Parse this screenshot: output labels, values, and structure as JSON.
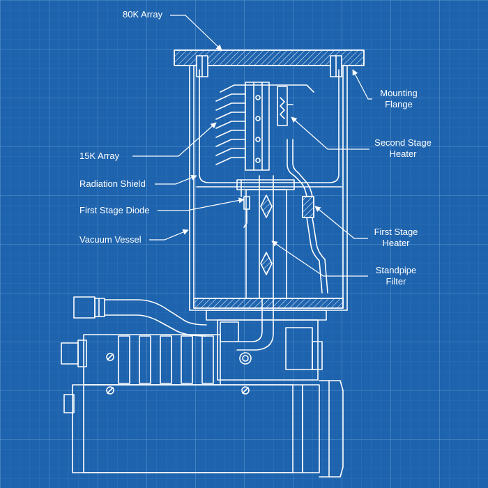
{
  "colors": {
    "background": "#1e63ad",
    "grid_minor": "#3b7cc0",
    "grid_major": "#5a95d0",
    "line": "#ffffff"
  },
  "labels": {
    "array_80k": "80K Array",
    "mounting_flange": [
      "Mounting",
      "Flange"
    ],
    "second_stage_heater": [
      "Second Stage",
      "Heater"
    ],
    "array_15k": "15K Array",
    "radiation_shield": "Radiation Shield",
    "first_stage_diode": "First Stage Diode",
    "vacuum_vessel": "Vacuum Vessel",
    "first_stage_heater": [
      "First Stage",
      "Heater"
    ],
    "standpipe_filter": [
      "Standpipe",
      "Filter"
    ]
  }
}
